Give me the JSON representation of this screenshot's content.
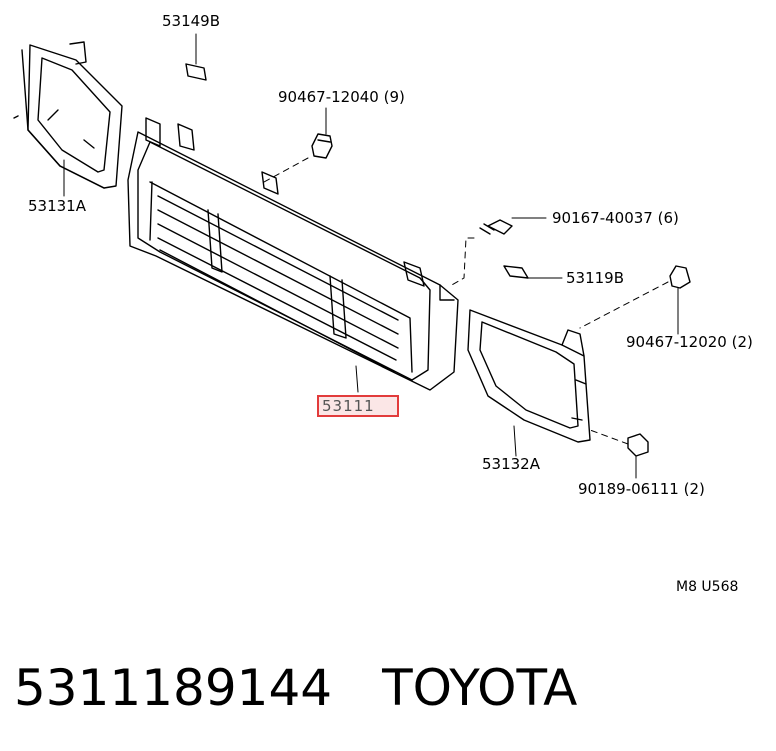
{
  "parts": {
    "p53149B": "53149B",
    "p90467_12040": "90467-12040 (9)",
    "p53131A": "53131A",
    "p90167_40037": "90167-40037 (6)",
    "p53119B": "53119B",
    "p90467_12020": "90467-12020 (2)",
    "p53111": "53111",
    "p53132A": "53132A",
    "p90189_06111": "90189-06111 (2)"
  },
  "diagram_code": "M8 U568",
  "footer": {
    "part_number": "5311189144",
    "brand": "TOYOTA"
  },
  "colors": {
    "highlight_border": "#e23b3b",
    "highlight_fill": "#fbe6e6"
  }
}
